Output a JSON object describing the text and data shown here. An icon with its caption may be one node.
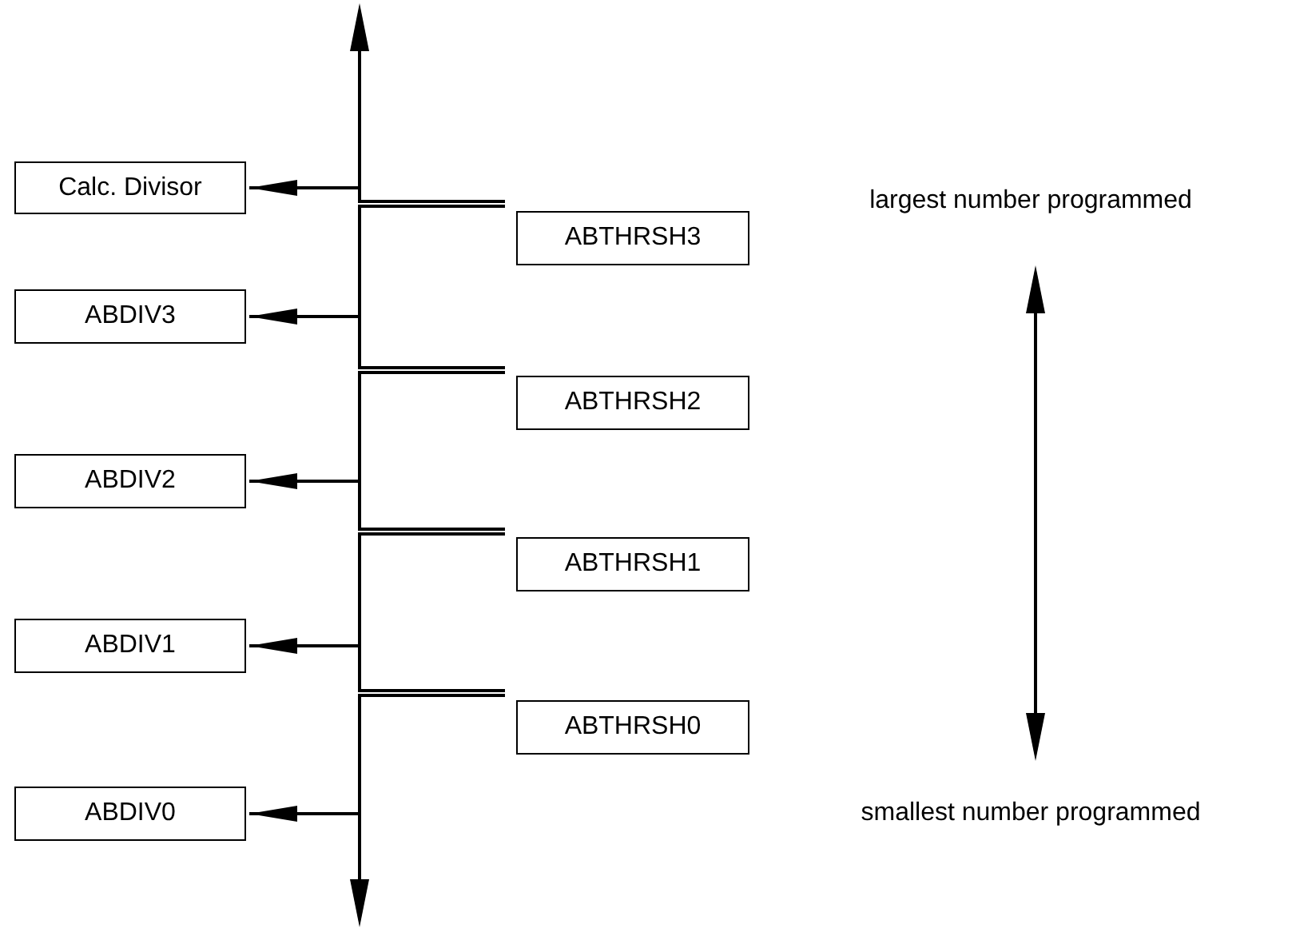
{
  "diagram": {
    "nodes": [
      {
        "text": [
          "Calc. Divisor"
        ]
      },
      {
        "text": [
          "ABDIV3"
        ]
      },
      {
        "text": [
          "ABDIV2"
        ]
      },
      {
        "text": [
          "ABDIV1"
        ]
      },
      {
        "text": [
          "ABDIV0"
        ]
      },
      {
        "text": [
          "ABTHRSH3"
        ]
      },
      {
        "text": [
          "ABTHRSH2"
        ]
      },
      {
        "text": [
          "ABTHRSH1"
        ]
      },
      {
        "text": [
          "ABTHRSH0"
        ]
      }
    ],
    "edges": [
      {
        "from": null,
        "to": 0,
        "arrow": "to"
      },
      {
        "from": null,
        "to": 1,
        "arrow": "to"
      },
      {
        "from": null,
        "to": 2,
        "arrow": "to"
      },
      {
        "from": null,
        "to": 3,
        "arrow": "to"
      },
      {
        "from": null,
        "to": 4,
        "arrow": "to"
      }
    ],
    "labels": [
      "largest number programmed",
      "smallest number programmed"
    ]
  }
}
